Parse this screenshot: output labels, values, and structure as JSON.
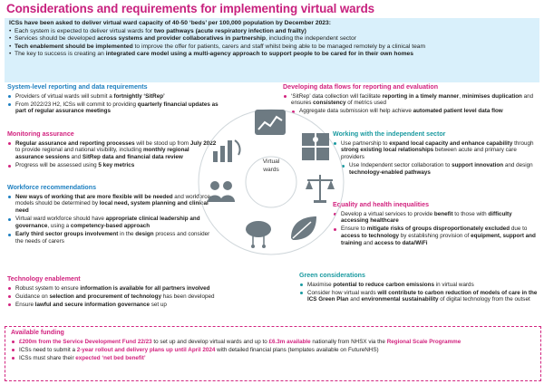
{
  "title": "Considerations and requirements for implementing virtual wards",
  "intro": {
    "lead_pre": "ICSs have been asked to deliver ",
    "lead_bold": "virtual ward capacity of 40-50 ‘beds’ per 100,000 population by December 2023",
    "lead_post": ":",
    "items": [
      {
        "pre": "Each system is expected to deliver virtual wards for ",
        "bold": "two pathways (acute respiratory infection and frailty)",
        "post": ""
      },
      {
        "pre": "Services should be developed ",
        "bold": "across systems and provider collaboratives in partnership",
        "post": ", including the independent sector"
      },
      {
        "pre": "",
        "bold": "Tech enablement should be implemented",
        "post": " to improve the offer for patients, carers and staff whilst being able to be managed remotely by a clinical team"
      },
      {
        "pre": "The key to success is creating an ",
        "bold": "integrated care model using a multi-agency approach to support people to be cared for in their own homes",
        "post": ""
      }
    ]
  },
  "hub": {
    "line1": "Virtual",
    "line2": "wards"
  },
  "system_level": {
    "heading": "System-level reporting and data requirements",
    "items": [
      {
        "pre": "Providers of virtual wards will submit a ",
        "bold": "fortnightly ‘SitRep’",
        "post": ""
      },
      {
        "pre": "From 2022/23 H2, ICSs will commit to providing ",
        "bold": "quarterly financial updates as part of regular assurance meetings",
        "post": ""
      }
    ]
  },
  "monitoring": {
    "heading": "Monitoring assurance",
    "items": [
      {
        "b1": "Regular assurance and reporting processes",
        "t1": " will be stood up from ",
        "b2": "July 2022",
        "t2": " to provide regional and national visibility, including ",
        "b3": "monthly regional assurance sessions",
        "t3": " and ",
        "b4": "SitRep data and financial data review",
        "t4": ""
      },
      {
        "b1": "",
        "t1": "Progress will be assessed using ",
        "b2": "5 key metrics",
        "t2": "",
        "b3": "",
        "t3": "",
        "b4": "",
        "t4": ""
      }
    ]
  },
  "workforce": {
    "heading": "Workforce recommendations",
    "items": [
      {
        "b1": "New ways of working that are more flexible will be needed",
        "t1": " and workforce models should be determined by ",
        "b2": "local need, system planning and clinical need",
        "t2": ""
      },
      {
        "b1": "",
        "t1": "Virtual ward workforce should have ",
        "b2": "appropriate clinical leadership and governance",
        "t2": ", using a ",
        "b3": "competency-based approach"
      },
      {
        "b1": "Early third sector groups involvement",
        "t1": " in the ",
        "b2": "design",
        "t2": " process and consider the needs of carers"
      }
    ]
  },
  "tech": {
    "heading": "Technology enablement",
    "items": [
      {
        "pre": "Robust system to ensure ",
        "bold": "information is available for all partners involved",
        "post": ""
      },
      {
        "pre": "Guidance on ",
        "bold": "selection and procurement of technology",
        "post": " has been developed"
      },
      {
        "pre": "Ensure ",
        "bold": "lawful and secure information governance",
        "post": " set up"
      }
    ]
  },
  "data_flows": {
    "heading": "Developing data flows for reporting and evaluation",
    "items": [
      {
        "t1": "‘SitRep’ data collection will facilitate ",
        "b1": "reporting in a timely manner",
        "t2": ", ",
        "b2": "minimises duplication",
        "t3": " and ensures ",
        "b3": "consistency",
        "t4": " of metrics used"
      },
      {
        "t1": "Aggregate data submission will help achieve ",
        "b1": "automated patient level data flow",
        "t2": "",
        "b2": "",
        "t3": "",
        "b3": "",
        "t4": ""
      }
    ]
  },
  "independent": {
    "heading": "Working with the independent sector",
    "items": [
      {
        "t1": "Use partnership to ",
        "b1": "expand local capacity and enhance capability",
        "t2": " through ",
        "b2": "strong existing local relationships",
        "t3": " between acute and primary care providers",
        "b3": "",
        "t4": ""
      },
      {
        "t1": "Use Independent sector collaboration to ",
        "b1": "support innovation",
        "t2": " and design ",
        "b2": "technology-enabled pathways",
        "t3": "",
        "b3": "",
        "t4": ""
      }
    ]
  },
  "equality": {
    "heading": "Equality and health inequalities",
    "items": [
      {
        "t1": "Develop a virtual services to provide ",
        "b1": "benefit",
        "t2": " to those with ",
        "b2": "difficulty accessing healthcare",
        "t3": ""
      },
      {
        "t1": "Ensure to ",
        "b1": "mitigate risks of groups disproportionately excluded",
        "t2": " due to ",
        "b2": "access to technology",
        "t3": " by establishing provision of ",
        "b3": "equipment, support and training",
        "t4": " and ",
        "b4": "access to data/WiFi"
      }
    ]
  },
  "green": {
    "heading": "Green considerations",
    "items": [
      {
        "t1": "Maximise ",
        "b1": "potential to reduce carbon emissions",
        "t2": " in virtual wards",
        "b2": "",
        "t3": ""
      },
      {
        "t1": "Consider how virtual wards ",
        "b1": "will contribute to carbon reduction of models of care in the ICS Green Plan",
        "t2": " and ",
        "b2": "environmental sustainability",
        "t3": " of digital technology from the outset"
      }
    ]
  },
  "funding": {
    "heading": "Available funding",
    "items": [
      {
        "b1": "£200m from the Service Development Fund 22/23",
        "t1": " to set up and develop virtual wards and up to ",
        "b2": "£6.3m available",
        "t2": " nationally from NHSX via the ",
        "b3": "Regional Scale Programme",
        "t3": ""
      },
      {
        "b1": "",
        "t1": "ICSs need to submit a ",
        "b2": "2-year rollout and delivery plans up until April 2024",
        "t2": " with detailed financial plans (templates available on FutureNHS)",
        "b3": "",
        "t3": ""
      },
      {
        "b1": "",
        "t1": "ICSs must share their ",
        "b2": "expected ‘net bed benefit’",
        "t2": "",
        "b3": "",
        "t3": ""
      }
    ]
  },
  "colors": {
    "pink": "#d2237f",
    "blue": "#1c7fc0",
    "teal": "#1a9aa0",
    "intro_bg": "#d9f0fb",
    "icon_grey": "#6d7a82"
  }
}
